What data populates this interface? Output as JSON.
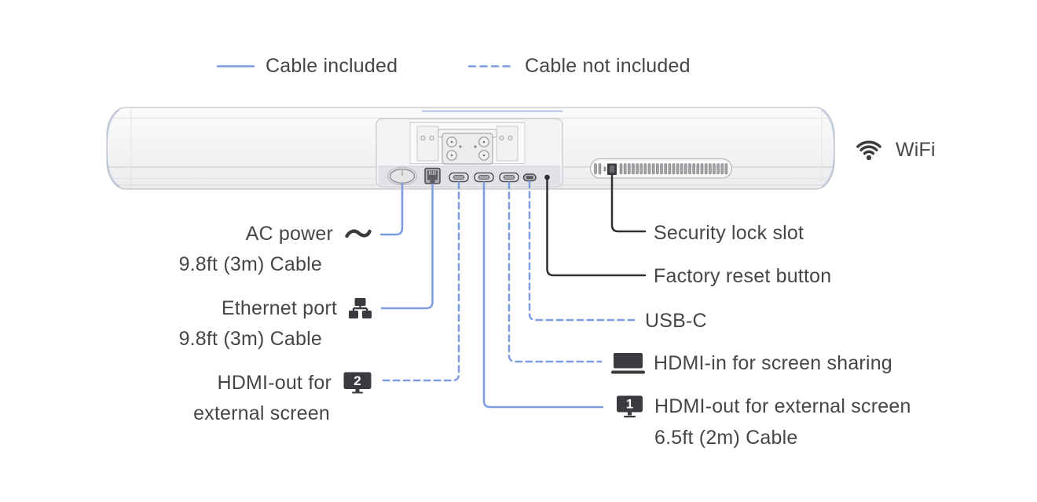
{
  "legend": {
    "included_label": "Cable included",
    "not_included_label": "Cable not included"
  },
  "wifi": {
    "label": "WiFi"
  },
  "callouts_left": {
    "ac_power": {
      "title": "AC power",
      "cable": "9.8ft (3m) Cable"
    },
    "ethernet": {
      "title": "Ethernet port",
      "cable": "9.8ft (3m) Cable"
    },
    "hdmi_out_2": {
      "title": "HDMI-out for",
      "title2": "external screen",
      "badge": "2"
    }
  },
  "callouts_right": {
    "security_lock": {
      "title": "Security lock slot"
    },
    "factory_reset": {
      "title": "Factory reset button"
    },
    "usb_c": {
      "title": "USB-C"
    },
    "hdmi_in": {
      "title": "HDMI-in for screen sharing"
    },
    "hdmi_out_1": {
      "title": "HDMI-out for external screen",
      "cable": "6.5ft (2m) Cable",
      "badge": "1"
    }
  },
  "colors": {
    "cable_line_blue": "#7d9ce1",
    "callout_line_dark": "#2f3032",
    "text": "#45464a",
    "icon_dark": "#3a3b3e",
    "device_outline": "#c2c3c6"
  }
}
